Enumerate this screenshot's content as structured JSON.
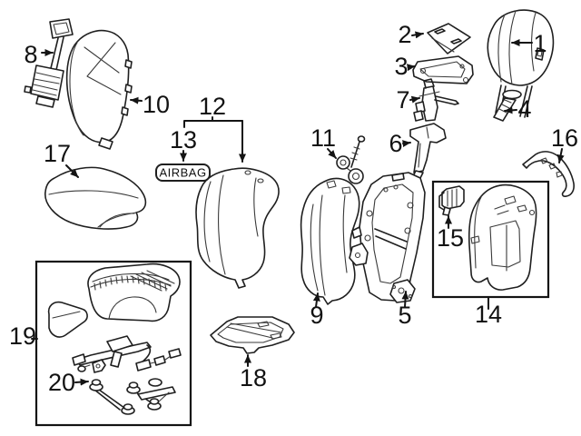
{
  "diagram": {
    "kind": "exploded-parts-diagram",
    "airbag_tag": {
      "text": "AIRBAG"
    },
    "callouts": [
      {
        "number": "1"
      },
      {
        "number": "2"
      },
      {
        "number": "3"
      },
      {
        "number": "4"
      },
      {
        "number": "5"
      },
      {
        "number": "6"
      },
      {
        "number": "7"
      },
      {
        "number": "8"
      },
      {
        "number": "9"
      },
      {
        "number": "10"
      },
      {
        "number": "11"
      },
      {
        "number": "12"
      },
      {
        "number": "13"
      },
      {
        "number": "14"
      },
      {
        "number": "15"
      },
      {
        "number": "16"
      },
      {
        "number": "17"
      },
      {
        "number": "18"
      },
      {
        "number": "19"
      },
      {
        "number": "20"
      }
    ]
  },
  "colors": {
    "background": "#ffffff",
    "line": "#1f1f1f"
  }
}
